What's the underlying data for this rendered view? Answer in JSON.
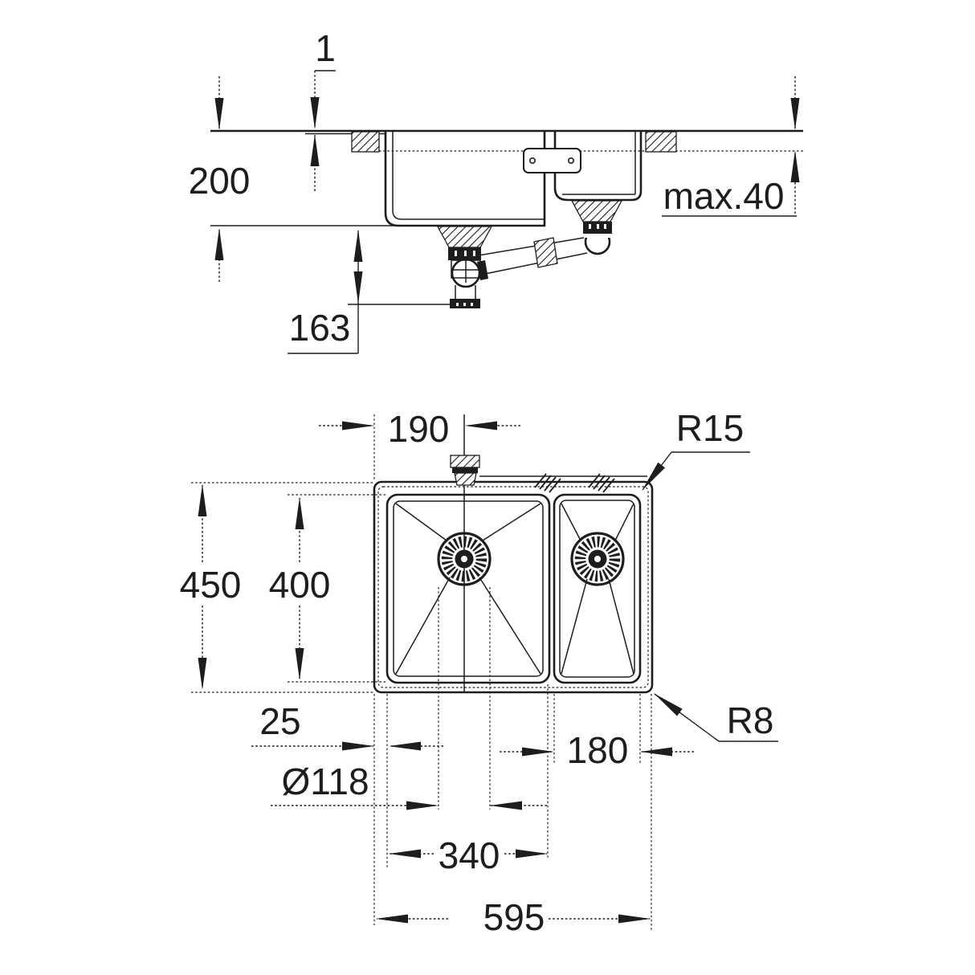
{
  "drawing": {
    "type": "sink-installation-technical-drawing",
    "colors": {
      "ink": "#1d1d1d",
      "background": "#ffffff"
    }
  },
  "views": {
    "section": {
      "dims": {
        "rim_step": "1",
        "bowl_depth": "200",
        "counter_thickness_max": "max.40",
        "trap_height": "163"
      }
    },
    "plan": {
      "dims": {
        "drain_center_offset": "190",
        "bowl_corner_radius": "R15",
        "outer_depth": "450",
        "bowl_length": "400",
        "edge_to_bowl": "25",
        "small_bowl_width": "180",
        "outer_corner_radius": "R8",
        "drain_diameter": "Ø118",
        "main_bowl_width": "340",
        "outer_width": "595"
      }
    }
  }
}
